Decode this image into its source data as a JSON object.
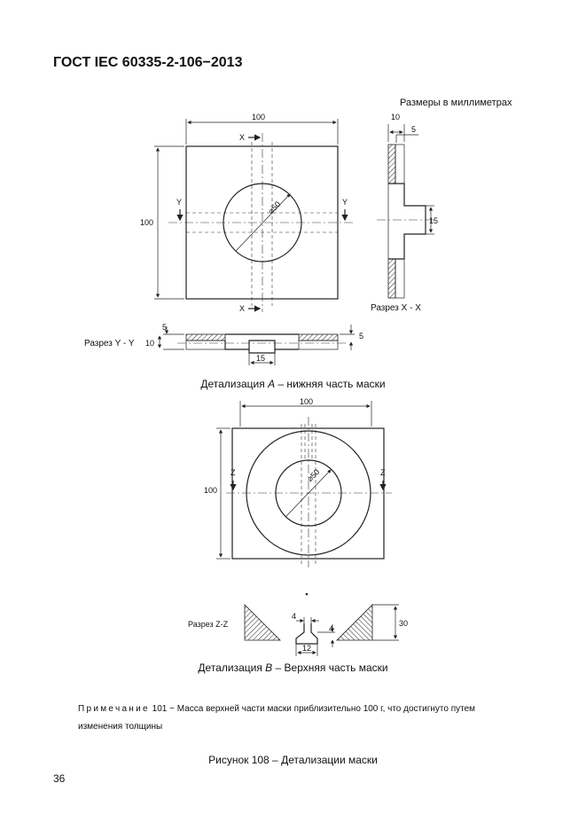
{
  "header": {
    "standard": "ГОСТ  IEC 60335-2-106−2013"
  },
  "units_note": "Размеры в миллиметрах",
  "detail_a": {
    "dims": {
      "width": "100",
      "height": "100",
      "diameter": "⌀50",
      "side_10": "10",
      "side_5": "5",
      "side_15": "15",
      "yy_5": "5",
      "yy_10": "10",
      "yy_5b": "5",
      "yy_15": "15"
    },
    "section_marks": {
      "x_top": "X",
      "x_bottom": "X",
      "y_left": "Y",
      "y_right": "Y"
    },
    "section_xx": "Разрез X - X",
    "section_yy": "Разрез Y - Y",
    "caption_prefix": "Детализация ",
    "caption_letter": "А",
    "caption_suffix": " – нижняя часть маски"
  },
  "detail_b": {
    "dims": {
      "width": "100",
      "height": "100",
      "diameter": "⌀50",
      "zz_4a": "4",
      "zz_4b": "4",
      "zz_12": "12",
      "zz_30": "30"
    },
    "section_marks": {
      "z_left": "Z",
      "z_right": "Z"
    },
    "section_zz": "Разрез  Z-Z",
    "caption_prefix": "Детализация ",
    "caption_letter": "В",
    "caption_suffix": " – Верхняя часть маски"
  },
  "note": {
    "label": "Примечание",
    "number": "101",
    "text_line1": " − Масса верхней части маски приблизительно 100 г, что достигнуто путем",
    "text_line2": "изменения толщины"
  },
  "figure_title": "Рисунок 108 – Детализации маски",
  "page_number": "36"
}
